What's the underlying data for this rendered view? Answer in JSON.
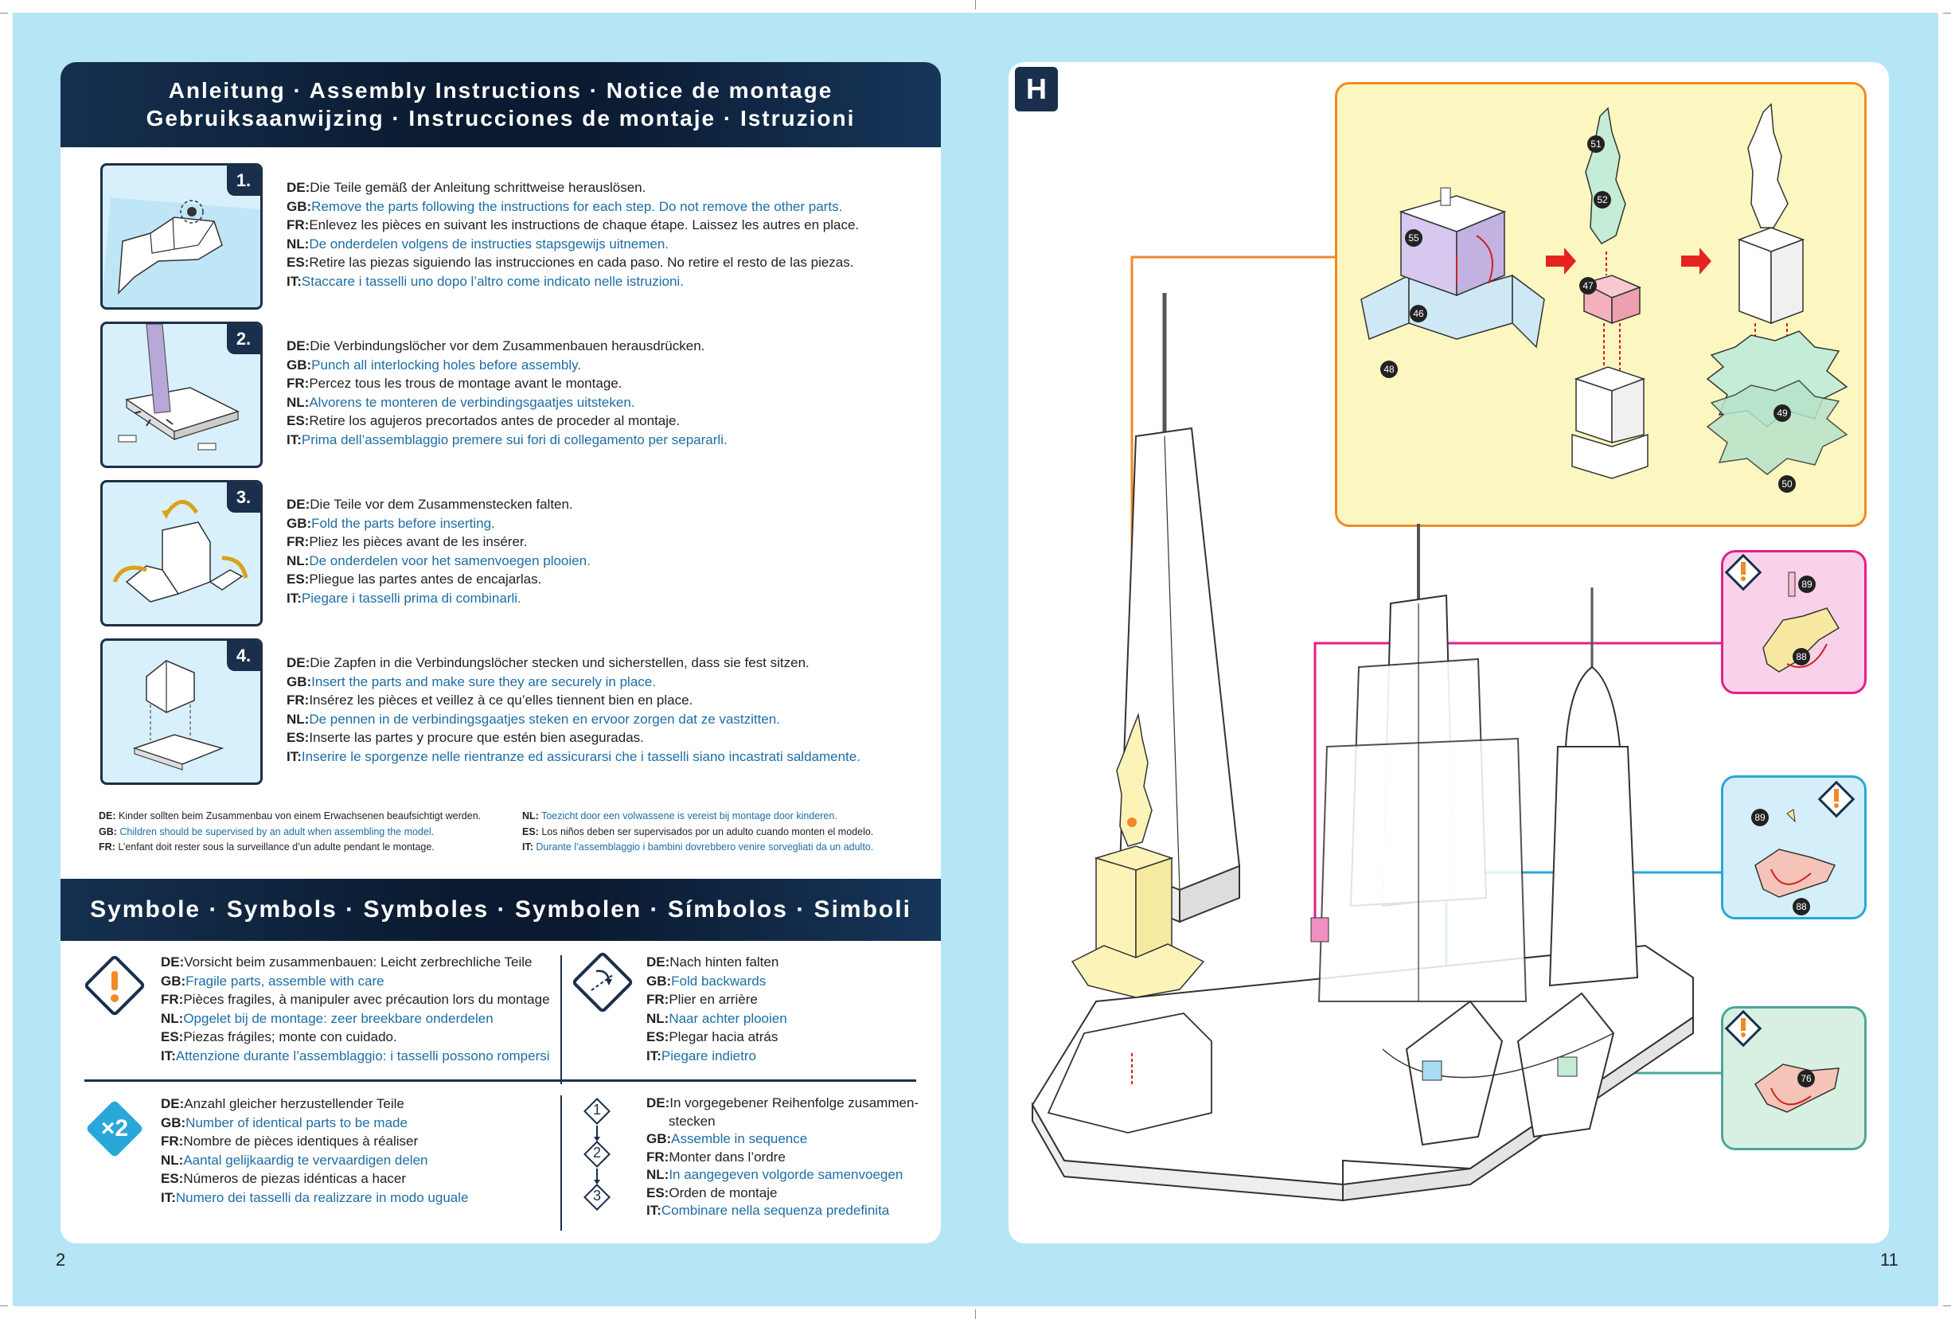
{
  "instructions": {
    "header_line1": "Anleitung · Assembly Instructions · Notice de montage",
    "header_line2": "Gebruiksaanwijzing · Instrucciones de montaje · Istruzioni",
    "steps": [
      {
        "number": "1.",
        "lines": [
          {
            "lang": "DE:",
            "text": "Die Teile gemäß der Anleitung schrittweise herauslösen."
          },
          {
            "lang": "GB:",
            "text": "Remove the parts following the instructions for each step. Do not remove the other parts."
          },
          {
            "lang": "FR:",
            "text": "Enlevez les pièces en suivant les instructions de chaque étape. Laissez les autres en place."
          },
          {
            "lang": "NL:",
            "text": "De onderdelen volgens de instructies stapsgewijs uitnemen."
          },
          {
            "lang": "ES:",
            "text": "Retire las piezas siguiendo las instrucciones en cada paso. No retire el resto de las piezas."
          },
          {
            "lang": "IT:",
            "text": "Staccare i tasselli uno dopo l’altro come indicato nelle istruzioni."
          }
        ]
      },
      {
        "number": "2.",
        "lines": [
          {
            "lang": "DE:",
            "text": "Die Verbindungslöcher vor dem Zusammenbauen herausdrücken."
          },
          {
            "lang": "GB:",
            "text": "Punch all interlocking holes before assembly."
          },
          {
            "lang": "FR:",
            "text": "Percez tous les trous de montage avant le montage."
          },
          {
            "lang": "NL:",
            "text": "Alvorens te monteren de verbindingsgaatjes uitsteken."
          },
          {
            "lang": "ES:",
            "text": "Retire los agujeros precortados antes de proceder al montaje."
          },
          {
            "lang": "IT:",
            "text": "Prima dell’assemblaggio premere sui fori di collegamento per separarli."
          }
        ]
      },
      {
        "number": "3.",
        "lines": [
          {
            "lang": "DE:",
            "text": "Die Teile vor dem Zusammenstecken falten."
          },
          {
            "lang": "GB:",
            "text": "Fold the parts before inserting."
          },
          {
            "lang": "FR:",
            "text": "Pliez les pièces avant de les insérer."
          },
          {
            "lang": "NL:",
            "text": "De onderdelen voor het samenvoegen plooien."
          },
          {
            "lang": "ES:",
            "text": "Pliegue las partes antes de encajarlas."
          },
          {
            "lang": "IT:",
            "text": "Piegare i tasselli prima di combinarli."
          }
        ]
      },
      {
        "number": "4.",
        "lines": [
          {
            "lang": "DE:",
            "text": "Die Zapfen in die Verbindungslöcher stecken und sicherstellen, dass sie fest sitzen."
          },
          {
            "lang": "GB:",
            "text": "Insert the parts and make sure they are securely in place."
          },
          {
            "lang": "FR:",
            "text": "Insérez les pièces et veillez à ce qu’elles tiennent bien en place."
          },
          {
            "lang": "NL:",
            "text": "De pennen in de verbindingsgaatjes steken en ervoor zorgen dat ze vastzitten."
          },
          {
            "lang": "ES:",
            "text": "Inserte las partes y procure que estén bien aseguradas."
          },
          {
            "lang": "IT:",
            "text": "Inserire le sporgenze nelle rientranze ed assicurarsi che i tasselli siano incastrati saldamente."
          }
        ]
      }
    ],
    "supervision_left": [
      {
        "lang": "DE:",
        "text": "Kinder sollten beim Zusammenbau von einem Erwachsenen beaufsichtigt werden."
      },
      {
        "lang": "GB:",
        "text": "Children should be supervised by an adult when assembling the model."
      },
      {
        "lang": "FR:",
        "text": "L’enfant doit rester sous la surveillance d’un adulte pendant le montage."
      }
    ],
    "supervision_right": [
      {
        "lang": "NL:",
        "text": "Toezicht door een volwassene is vereist bij montage door kinderen."
      },
      {
        "lang": "ES:",
        "text": "Los niños deben ser supervisados por un adulto cuando monten el modelo."
      },
      {
        "lang": "IT:",
        "text": "Durante l’assemblaggio i bambini dovrebbero venire sorvegliati da un adulto."
      }
    ]
  },
  "symbols": {
    "header": "Symbole · Symbols · Symboles · Symbolen · Símbolos · Simboli",
    "fragile": [
      {
        "lang": "DE:",
        "text": "Vorsicht beim zusammenbauen: Leicht zerbrechliche Teile"
      },
      {
        "lang": "GB:",
        "text": "Fragile parts, assemble with care"
      },
      {
        "lang": "FR:",
        "text": "Pièces fragiles, à manipuler avec précaution lors du montage"
      },
      {
        "lang": "NL:",
        "text": "Opgelet bij de montage: zeer breekbare onderdelen"
      },
      {
        "lang": "ES:",
        "text": "Piezas frágiles; monte con cuidado."
      },
      {
        "lang": "IT:",
        "text": "Attenzione durante l’assemblaggio: i tasselli possono rompersi"
      }
    ],
    "fold_back": [
      {
        "lang": "DE:",
        "text": "Nach hinten falten"
      },
      {
        "lang": "GB:",
        "text": "Fold backwards"
      },
      {
        "lang": "FR:",
        "text": "Plier en arrière"
      },
      {
        "lang": "NL:",
        "text": "Naar achter plooien"
      },
      {
        "lang": "ES:",
        "text": "Plegar hacia atrás"
      },
      {
        "lang": "IT:",
        "text": "Piegare indietro"
      }
    ],
    "quantity_badge": "×2",
    "quantity": [
      {
        "lang": "DE:",
        "text": "Anzahl gleicher herzustellender Teile"
      },
      {
        "lang": "GB:",
        "text": "Number of identical parts to be made"
      },
      {
        "lang": "FR:",
        "text": "Nombre de pièces identiques à réaliser"
      },
      {
        "lang": "NL:",
        "text": "Aantal gelijkaardig te vervaardigen delen"
      },
      {
        "lang": "ES:",
        "text": "Números de piezas idénticas a hacer"
      },
      {
        "lang": "IT:",
        "text": "Numero dei tasselli da realizzare in modo uguale"
      }
    ],
    "sequence_numbers": [
      "1",
      "2",
      "3"
    ],
    "sequence": [
      {
        "lang": "DE:",
        "text": "In vorgegebener Reihenfolge zusammen-"
      },
      {
        "lang": "",
        "text": "stecken"
      },
      {
        "lang": "GB:",
        "text": "Assemble in sequence"
      },
      {
        "lang": "FR:",
        "text": "Monter dans l’ordre"
      },
      {
        "lang": "NL:",
        "text": "In aangegeven volgorde samenvoegen"
      },
      {
        "lang": "ES:",
        "text": "Orden de montaje"
      },
      {
        "lang": "IT:",
        "text": "Combinare nella sequenza predefinita"
      }
    ]
  },
  "right_page": {
    "section_letter": "H",
    "part_numbers": [
      "51",
      "52",
      "55",
      "46",
      "48",
      "47",
      "49",
      "50",
      "89",
      "88",
      "89",
      "88",
      "76"
    ]
  },
  "page_numbers": {
    "left": "2",
    "right": "11"
  },
  "colors": {
    "background": "#b6e5f6",
    "banner": "#0b1a30",
    "accent_blue": "#1d6da5",
    "statue_box": "#fcf7c0",
    "statue_box_border": "#f08a24",
    "pink_box_border": "#e0218a",
    "blue_box_border": "#2aa7d9",
    "green_box_border": "#4ba79a",
    "warning_orange": "#f08a24"
  }
}
